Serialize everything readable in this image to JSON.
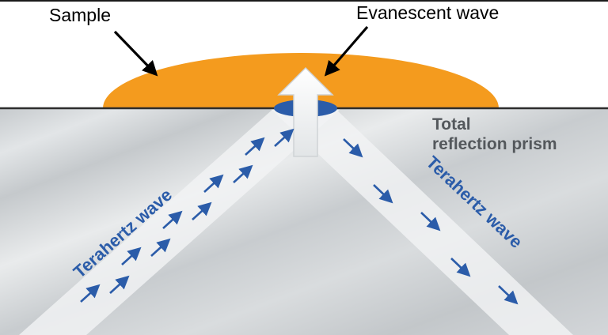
{
  "figure": {
    "labels": {
      "sample": "Sample",
      "evanescent_wave": "Evanescent wave",
      "prism_line1": "Total",
      "prism_line2": "reflection prism",
      "terahertz_left": "Terahertz wave",
      "terahertz_right": "Terahertz wave"
    },
    "colors": {
      "sample_orange": "#F49B1E",
      "wave_blue": "#2B5CA9",
      "prism_gray": "#CBCFD2",
      "beam_white": "#F1F3F4",
      "label_gray": "#54585C",
      "annotation_black": "#000000"
    }
  }
}
